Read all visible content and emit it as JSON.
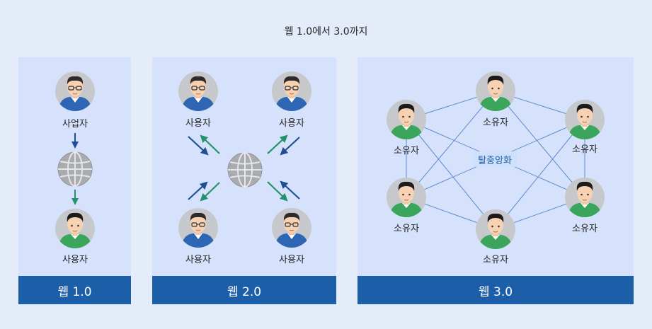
{
  "title": "웹 1.0에서 3.0까지",
  "panels": {
    "web1": {
      "footer": "웹 1.0",
      "top_label": "사업자",
      "bottom_label": "사용자"
    },
    "web2": {
      "footer": "웹 2.0",
      "labels": [
        "사용자",
        "사용자",
        "사용자",
        "사용자"
      ]
    },
    "web3": {
      "footer": "웹 3.0",
      "center_tag": "탈중앙화",
      "labels": [
        "소유자",
        "소유자",
        "소유자",
        "소유자",
        "소유자",
        "소유자"
      ]
    }
  },
  "colors": {
    "background": "#e4ebf9",
    "panel": "#d6e2fb",
    "footer": "#1c5ea8",
    "arrow_navy": "#1f4e96",
    "arrow_green": "#22936a",
    "person_shirt_blue": "#2f66b3",
    "person_shirt_green": "#3aa55b",
    "network_line": "#5b8bd1"
  }
}
